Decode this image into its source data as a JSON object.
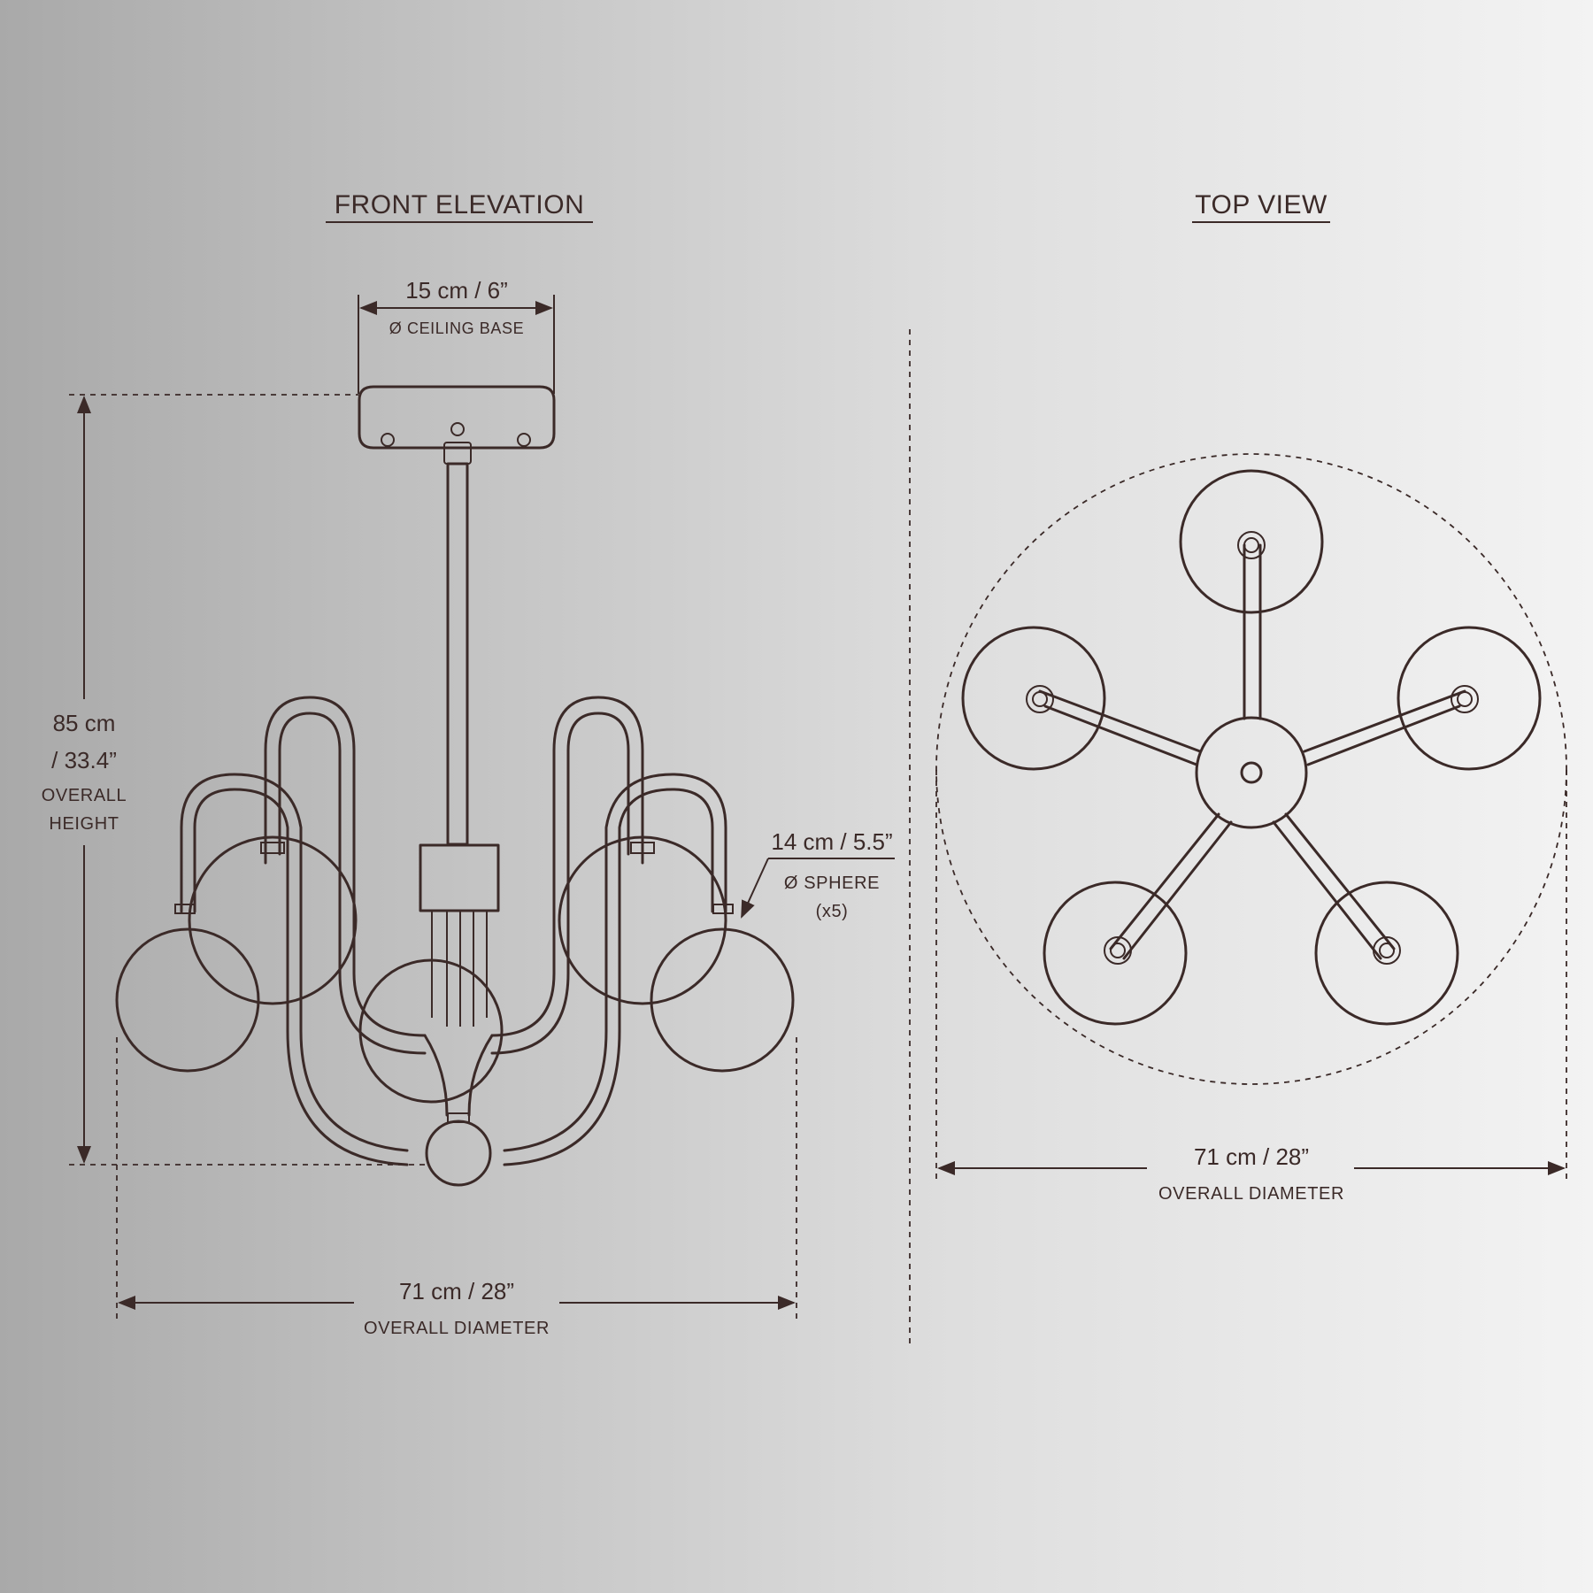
{
  "front_elevation": {
    "title": "FRONT ELEVATION",
    "ceiling_base": {
      "value": "15 cm / 6”",
      "label": "Ø CEILING BASE"
    },
    "overall_height": {
      "value_line1": "85 cm",
      "value_line2": "/ 33.4”",
      "label_line1": "OVERALL",
      "label_line2": "HEIGHT"
    },
    "sphere": {
      "value": "14 cm / 5.5”",
      "label_line1": "Ø SPHERE",
      "label_line2": "(x5)"
    },
    "overall_diameter": {
      "value": "71 cm / 28”",
      "label": "OVERALL DIAMETER"
    }
  },
  "top_view": {
    "title": "TOP VIEW",
    "overall_diameter": {
      "value": "71 cm / 28”",
      "label": "OVERALL DIAMETER"
    }
  },
  "colors": {
    "line": "#3b2a28",
    "background_left": "#a9a9a9",
    "background_right": "#f3f3f3"
  }
}
